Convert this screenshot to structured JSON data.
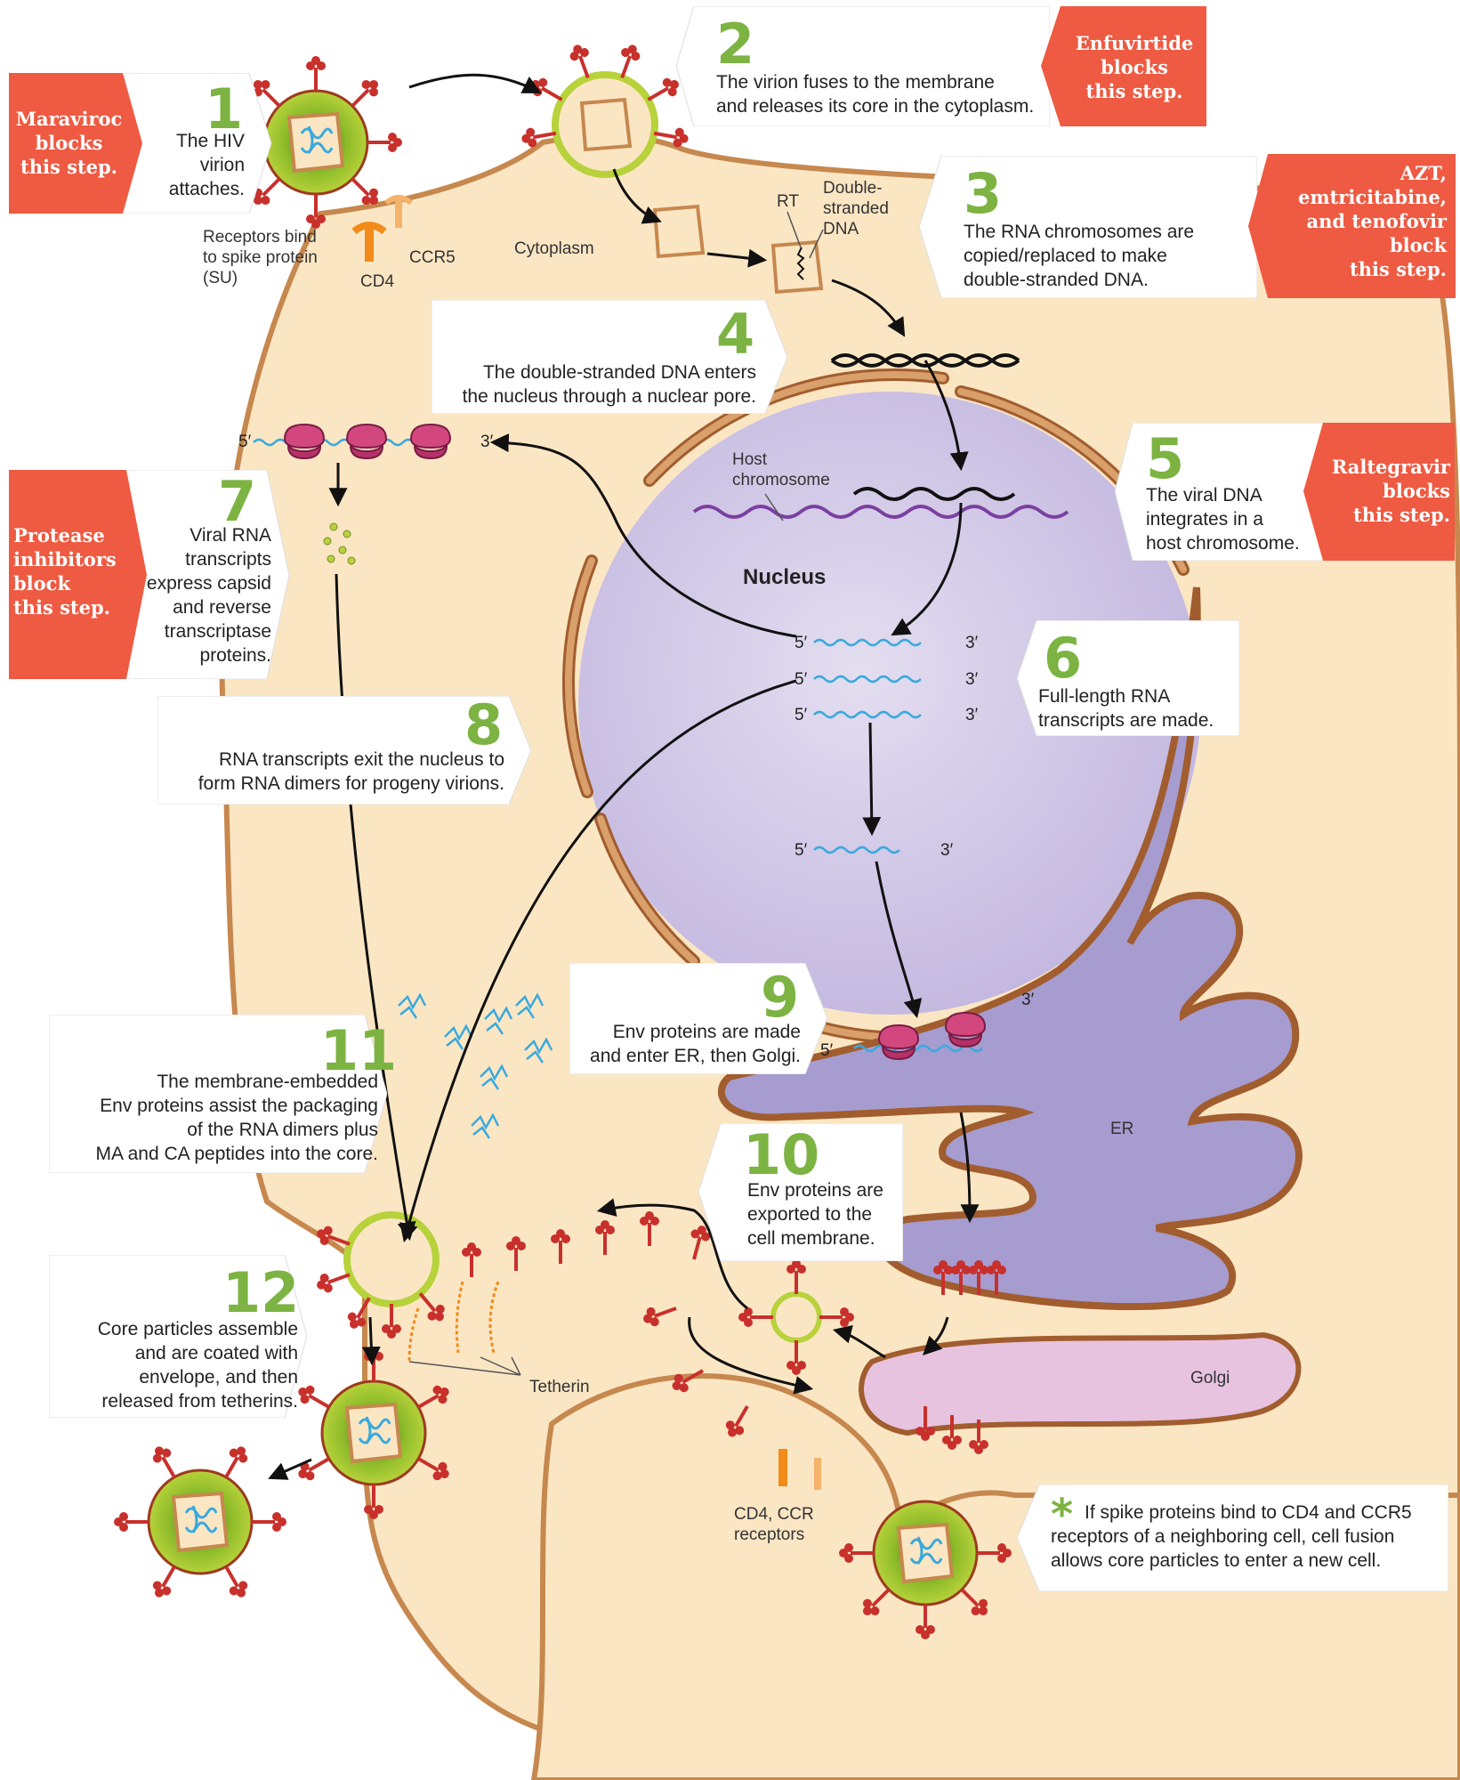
{
  "steps": [
    {
      "num": "1",
      "text": "The HIV\nvirion\nattaches."
    },
    {
      "num": "2",
      "text": "The virion fuses to the membrane\nand releases its core in the cytoplasm."
    },
    {
      "num": "3",
      "text": "The RNA chromosomes are\ncopied/replaced to make\ndouble-stranded DNA."
    },
    {
      "num": "4",
      "text": "The double-stranded DNA enters\nthe nucleus through a nuclear pore."
    },
    {
      "num": "5",
      "text": "The viral DNA\nintegrates in a\nhost chromosome."
    },
    {
      "num": "6",
      "text": "Full-length RNA\ntranscripts are made."
    },
    {
      "num": "7",
      "text": "Viral RNA\ntranscripts\nexpress capsid\nand reverse\ntranscriptase\nproteins."
    },
    {
      "num": "8",
      "text": "RNA transcripts exit the nucleus to\nform RNA dimers for progeny virions."
    },
    {
      "num": "9",
      "text": "Env proteins are made\nand enter ER, then Golgi."
    },
    {
      "num": "10",
      "text": "Env proteins are\nexported to the\ncell membrane."
    },
    {
      "num": "11",
      "text": "The membrane-embedded\nEnv proteins assist the packaging\nof the RNA dimers plus\nMA and CA peptides into the core."
    },
    {
      "num": "12",
      "text": "Core particles assemble\nand are coated with\nenvelope, and then\nreleased from tetherins."
    }
  ],
  "star_note": {
    "symbol": "*",
    "text": "If spike proteins bind to CD4 and CCR5\nreceptors of a neighboring cell, cell fusion\nallows core particles to enter a new cell."
  },
  "drugs": {
    "maraviroc": "Maraviroc\nblocks\nthis step.",
    "enfuvirtide": "Enfuvirtide\nblocks\nthis step.",
    "azt": "AZT,\nemtricitabine,\nand tenofovir\nblock\nthis step.",
    "raltegravir": "Raltegravir\nblocks\nthis step.",
    "protease": "Protease\ninhibitors\nblock\nthis step."
  },
  "labels": {
    "receptors": "Receptors bind\nto spike protein\n(SU)",
    "cd4": "CD4",
    "ccr5": "CCR5",
    "cytoplasm": "Cytoplasm",
    "rt": "RT",
    "dsdna": "Double-\nstranded\nDNA",
    "host_chromosome": "Host\nchromosome",
    "nucleus": "Nucleus",
    "er": "ER",
    "golgi": "Golgi",
    "tetherin": "Tetherin",
    "cd4_ccr": "CD4, CCR\nreceptors",
    "five_prime": "5′",
    "three_prime": "3′"
  },
  "colors": {
    "cell": "#fbe6c4",
    "cell_edge": "#c6884e",
    "nucleus": "#d3cbe6",
    "er": "#a69cd0",
    "golgi": "#e7c3e0",
    "callout_number": "#7cb342",
    "drug_tag": "#ee5a42",
    "spike": "#c8302c",
    "rna": "#3aa9dd",
    "tetherin": "#f28b1a"
  }
}
